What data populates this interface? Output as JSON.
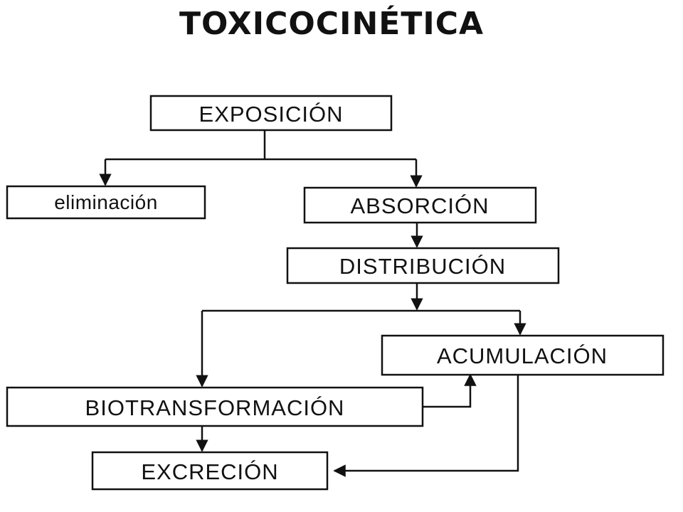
{
  "title": "TOXICOCINÉTICA",
  "nodes": {
    "exposicion": "EXPOSICIÓN",
    "eliminacion": "eliminación",
    "absorcion": "ABSORCIÓN",
    "distribucion": "DISTRIBUCIÓN",
    "acumulacion": "ACUMULACIÓN",
    "biotransformacion": "BIOTRANSFORMACIÓN",
    "excrecion": "EXCRECIÓN"
  },
  "edges": [
    {
      "from": "exposicion",
      "to": "eliminacion"
    },
    {
      "from": "exposicion",
      "to": "absorcion"
    },
    {
      "from": "absorcion",
      "to": "distribucion"
    },
    {
      "from": "distribucion",
      "to": "biotransformacion"
    },
    {
      "from": "distribucion",
      "to": "acumulacion"
    },
    {
      "from": "biotransformacion",
      "to": "acumulacion"
    },
    {
      "from": "biotransformacion",
      "to": "excrecion"
    },
    {
      "from": "acumulacion",
      "to": "excrecion"
    }
  ]
}
